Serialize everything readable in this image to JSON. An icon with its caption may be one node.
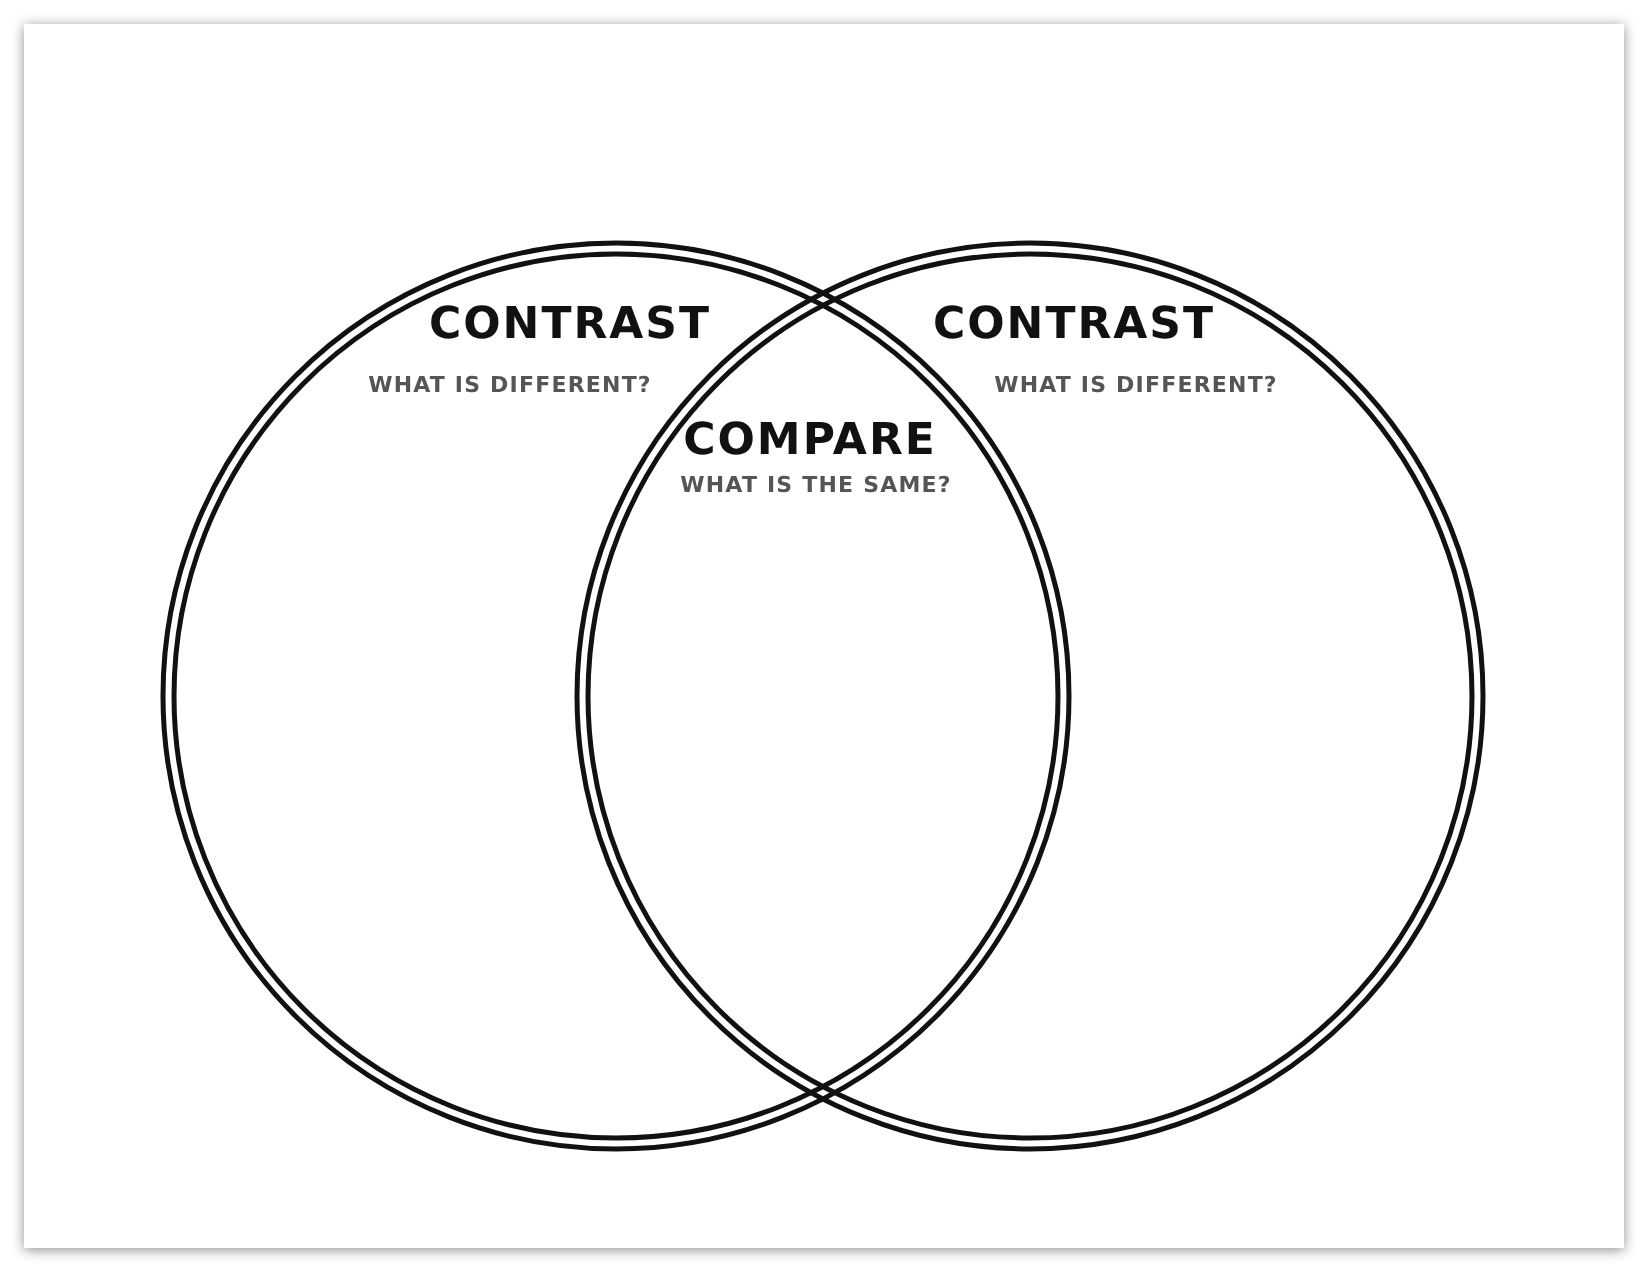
{
  "diagram": {
    "nodes": [
      {
        "text": [
          "CONTRAST",
          "WHAT IS DIFFERENT?"
        ]
      },
      {
        "text": [
          "CONTRAST",
          "WHAT IS DIFFERENT?"
        ]
      },
      {
        "text": [
          "COMPARE",
          "WHAT IS THE SAME?"
        ]
      }
    ],
    "edges": []
  }
}
